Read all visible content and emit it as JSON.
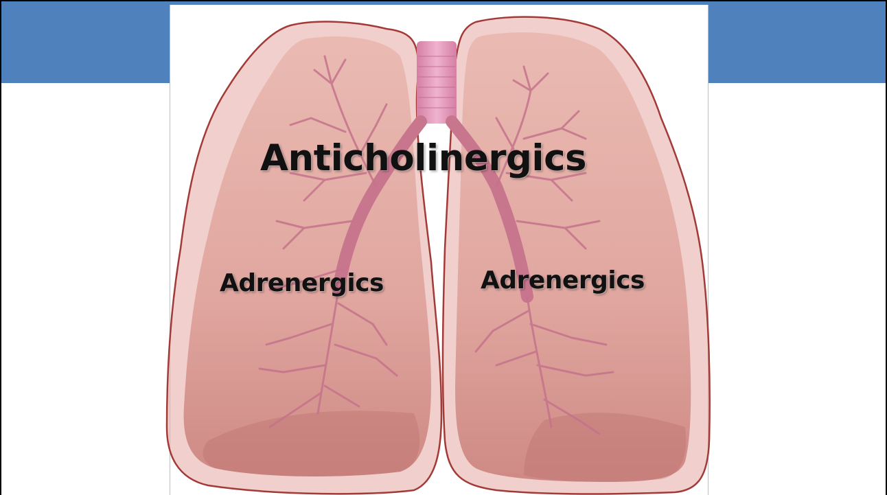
{
  "slide": {
    "title_band_color": "#4f81bd",
    "image_description_icon": "lungs-illustration"
  },
  "labels": {
    "center": "Anticholinergics",
    "left_lung": "Adrenergics",
    "right_lung": "Adrenergics"
  },
  "colors": {
    "lung_fill": "#d99a94",
    "lung_outline": "#a23a38",
    "airway": "#c9748a",
    "trachea": "#e4a0bf"
  }
}
